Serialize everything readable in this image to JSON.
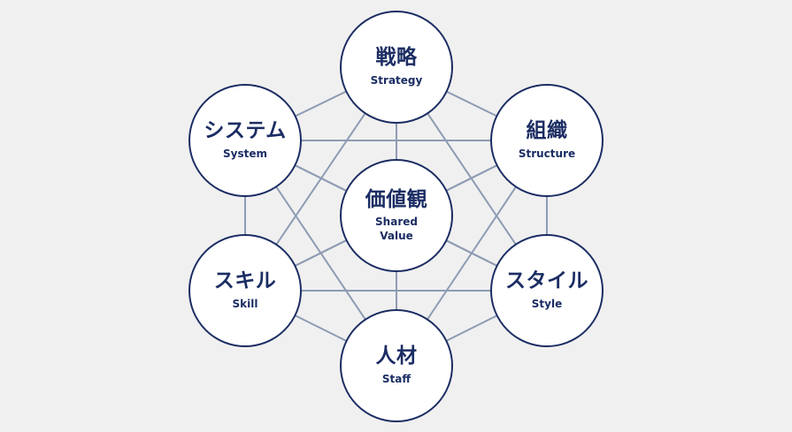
{
  "diagram": {
    "colors": {
      "background": "#f0f0f0",
      "node_border": "#1b2d63",
      "node_fill": "#ffffff",
      "text": "#1b2d63",
      "edge": "#8e9bb3"
    },
    "nodes": [
      {
        "id": "strategy",
        "jp": "戦略",
        "en": "Strategy"
      },
      {
        "id": "structure",
        "jp": "組織",
        "en": "Structure"
      },
      {
        "id": "style",
        "jp": "スタイル",
        "en": "Style"
      },
      {
        "id": "staff",
        "jp": "人材",
        "en": "Staff"
      },
      {
        "id": "skill",
        "jp": "スキル",
        "en": "Skill"
      },
      {
        "id": "system",
        "jp": "システム",
        "en": "System"
      },
      {
        "id": "shared_value",
        "jp": "価値観",
        "en": "Shared Value"
      }
    ],
    "connections": "all-pairs"
  }
}
